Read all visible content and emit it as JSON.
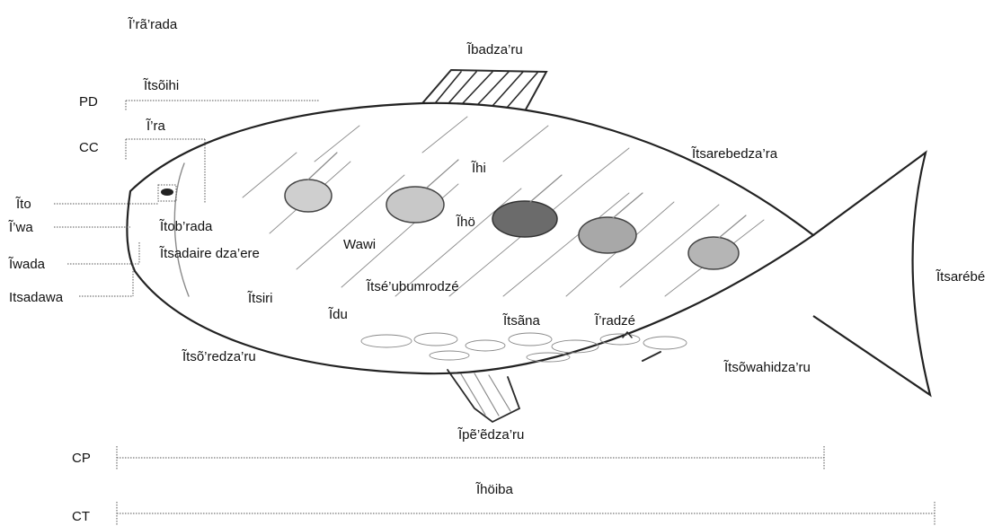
{
  "labels": {
    "head_top": "Ĩ’rã’rada",
    "dorsal_fin": "Ĩbadza’ru",
    "tsoihi": "Ĩtsõihi",
    "ra": "Ĩ’ra",
    "back": "Ĩtsarebedza’ra",
    "hi": "Ĩhi",
    "ho": "Ĩhö",
    "to": "Ĩto",
    "wa": "Ĩ’wa",
    "tob_rada": "Ĩtob’rada",
    "wawi": "Wawi",
    "wada": "Ĩwada",
    "tsadaire": "Ĩtsadaire dza’ere",
    "tail_fin": "Ĩtsarébé",
    "tsadawa": "Itsadawa",
    "tse_ubu": "Ĩtsé’ubumrodzé",
    "tsiri": "Ĩtsiri",
    "du": "Ĩdu",
    "tsana": "Ĩtsãna",
    "radze": "Ĩ’radzé",
    "belly": "Ĩtsõ’redza’ru",
    "anal_fin": "Ĩtsõwahidza’ru",
    "pelvic_fin": "Ĩpẽ’ẽdza’ru",
    "total": "Ĩhöiba"
  },
  "abbreviations": {
    "pd": "PD",
    "cc": "CC",
    "cp": "CP",
    "ct": "CT"
  }
}
